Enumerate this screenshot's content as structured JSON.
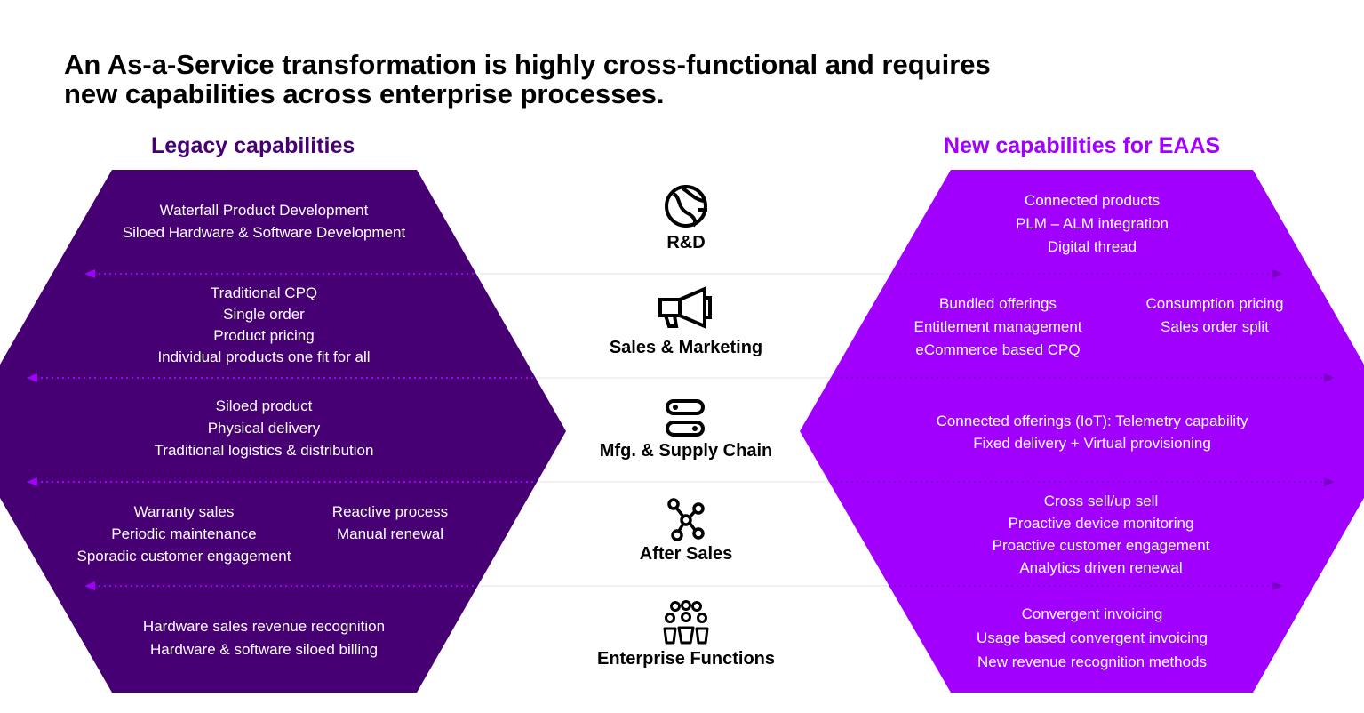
{
  "title": {
    "line1": "An As-a-Service transformation is highly cross-functional and requires",
    "line2": "new capabilities across enterprise processes."
  },
  "legacy": {
    "heading": "Legacy capabilities",
    "rd": [
      "Waterfall Product Development",
      "Siloed Hardware & Software Development"
    ],
    "sales": [
      "Traditional CPQ",
      "Single order",
      "Product pricing",
      "Individual products one fit for all"
    ],
    "mfg": [
      "Siloed product",
      "Physical delivery",
      "Traditional logistics & distribution"
    ],
    "after_left": [
      "Warranty sales",
      "Periodic maintenance",
      "Sporadic customer engagement"
    ],
    "after_right": [
      "Reactive process",
      "Manual renewal"
    ],
    "enterprise": [
      "Hardware sales revenue recognition",
      "Hardware & software siloed billing"
    ]
  },
  "new": {
    "heading": "New capabilities for EAAS",
    "rd": [
      "Connected products",
      "PLM – ALM integration",
      "Digital thread"
    ],
    "sales_left": [
      "Bundled offerings",
      "Entitlement management",
      "eCommerce based CPQ"
    ],
    "sales_right": [
      "Consumption pricing",
      "Sales order split"
    ],
    "mfg": [
      "Connected offerings (IoT): Telemetry capability",
      "Fixed delivery + Virtual provisioning"
    ],
    "after": [
      "Cross sell/up sell",
      "Proactive device monitoring",
      "Proactive customer engagement",
      "Analytics driven renewal"
    ],
    "enterprise": [
      "Convergent invoicing",
      "Usage based convergent invoicing",
      "New revenue recognition methods"
    ]
  },
  "functions": {
    "rd": {
      "label": "R&D",
      "icon": "globe-icon"
    },
    "sales": {
      "label": "Sales & Marketing",
      "icon": "megaphone-icon"
    },
    "mfg": {
      "label": "Mfg. & Supply Chain",
      "icon": "supply-chain-icon"
    },
    "after": {
      "label": "After Sales",
      "icon": "network-icon"
    },
    "enterprise": {
      "label": "Enterprise Functions",
      "icon": "people-icon"
    }
  },
  "colors": {
    "legacy": "#460073",
    "new": "#a100ff",
    "new_heading": "#a100ff",
    "divider": "#e0e0e0"
  }
}
